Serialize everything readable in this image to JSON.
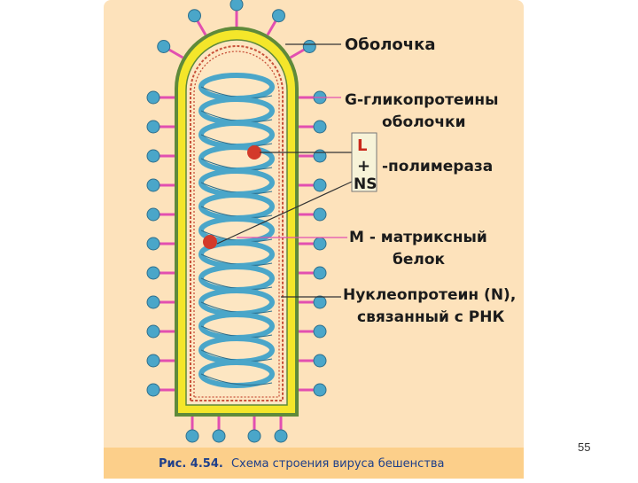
{
  "labels": {
    "envelope": "Оболочка",
    "glyco_line1": "G-гликопротеины",
    "glyco_line2": "оболочки",
    "poly_L": "L",
    "poly_plus": "+",
    "poly_NS": "NS",
    "polymerase": "-полимераза",
    "matrix_line1": "М - матриксный",
    "matrix_line2": "белок",
    "nucleo_line1": "Нуклеопротеин (N),",
    "nucleo_line2": "связанный с РНК"
  },
  "caption": {
    "prefix": "Рис. 4.54.",
    "text": "Схема строения вируса бешенства"
  },
  "slide_number": "55",
  "colors": {
    "background": "#fde2bb",
    "envelope_outer": "#5f8a3a",
    "envelope_fill": "#f4e62a",
    "membrane_dashes": "#c9523a",
    "spike_knob": "#4aa6c9",
    "spike_stalk": "#e24fb0",
    "helix": "#4aa6c9",
    "polymerase_dot": "#d33a2a",
    "matrix_line": "#e24fb0",
    "label_text": "#1b1b1b",
    "caption_text": "#1e3f8a"
  }
}
